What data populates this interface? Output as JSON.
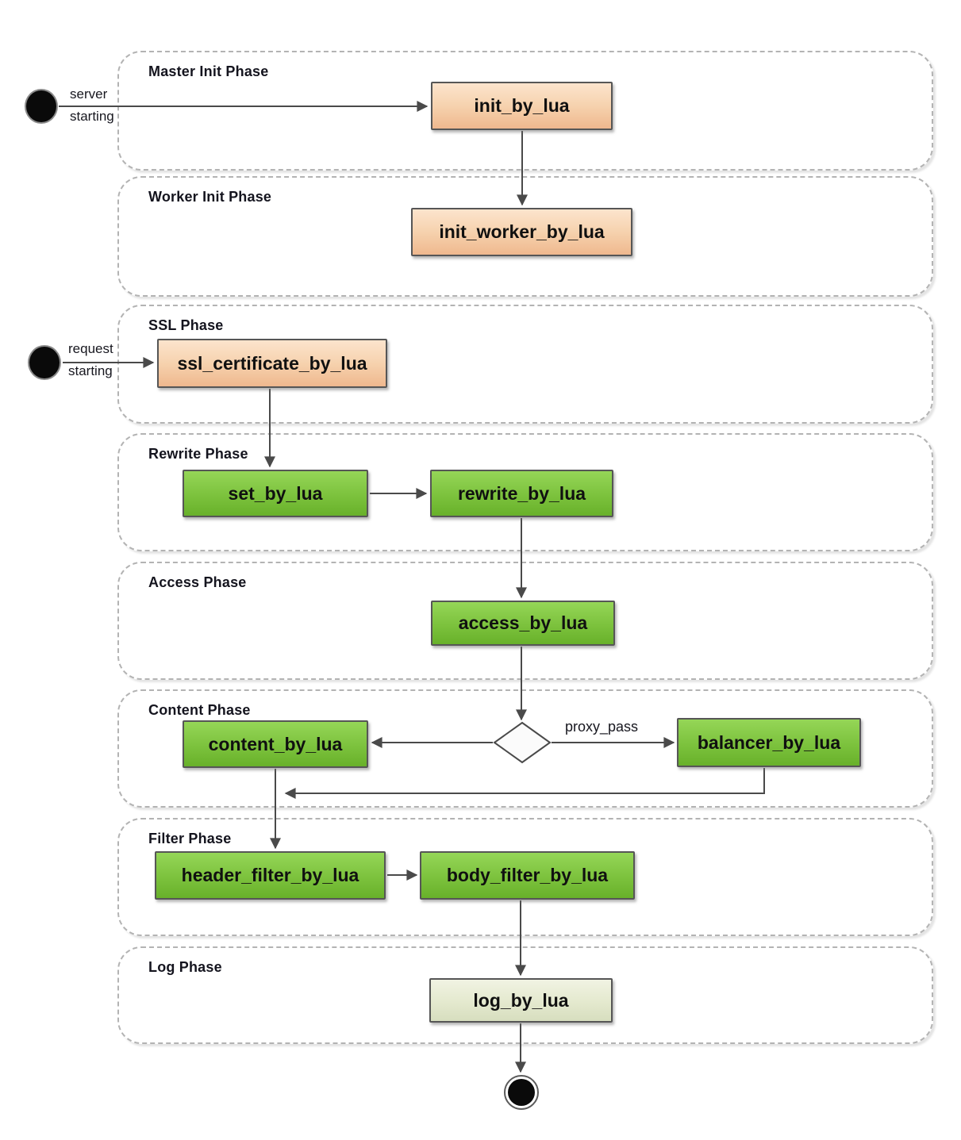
{
  "diagram": "OpenResty nginx Lua directive phases flowchart",
  "phases": [
    {
      "id": "master-init",
      "label": "Master Init Phase"
    },
    {
      "id": "worker-init",
      "label": "Worker Init Phase"
    },
    {
      "id": "ssl",
      "label": "SSL Phase"
    },
    {
      "id": "rewrite",
      "label": "Rewrite Phase"
    },
    {
      "id": "access",
      "label": "Access Phase"
    },
    {
      "id": "content",
      "label": "Content Phase"
    },
    {
      "id": "filter",
      "label": "Filter Phase"
    },
    {
      "id": "log",
      "label": "Log Phase"
    }
  ],
  "nodes": {
    "init_by_lua": {
      "label": "init_by_lua",
      "phase": "Master Init Phase",
      "style": "orange"
    },
    "init_worker_by_lua": {
      "label": "init_worker_by_lua",
      "phase": "Worker Init Phase",
      "style": "orange"
    },
    "ssl_certificate_by_lua": {
      "label": "ssl_certificate_by_lua",
      "phase": "SSL Phase",
      "style": "orange"
    },
    "set_by_lua": {
      "label": "set_by_lua",
      "phase": "Rewrite Phase",
      "style": "green"
    },
    "rewrite_by_lua": {
      "label": "rewrite_by_lua",
      "phase": "Rewrite Phase",
      "style": "green"
    },
    "access_by_lua": {
      "label": "access_by_lua",
      "phase": "Access Phase",
      "style": "green"
    },
    "content_by_lua": {
      "label": "content_by_lua",
      "phase": "Content Phase",
      "style": "green"
    },
    "balancer_by_lua": {
      "label": "balancer_by_lua",
      "phase": "Content Phase",
      "style": "green"
    },
    "header_filter_by_lua": {
      "label": "header_filter_by_lua",
      "phase": "Filter Phase",
      "style": "green"
    },
    "body_filter_by_lua": {
      "label": "body_filter_by_lua",
      "phase": "Filter Phase",
      "style": "green"
    },
    "log_by_lua": {
      "label": "log_by_lua",
      "phase": "Log Phase",
      "style": "pale-green"
    }
  },
  "edge_labels": {
    "server_starting": {
      "line1": "server",
      "line2": "starting"
    },
    "request_starting": {
      "line1": "request",
      "line2": "starting"
    },
    "proxy_pass": "proxy_pass"
  },
  "edges": [
    {
      "from": "start-server",
      "to": "init_by_lua",
      "label": "server starting"
    },
    {
      "from": "init_by_lua",
      "to": "init_worker_by_lua",
      "label": ""
    },
    {
      "from": "start-request",
      "to": "ssl_certificate_by_lua",
      "label": "request starting"
    },
    {
      "from": "ssl_certificate_by_lua",
      "to": "set_by_lua",
      "label": ""
    },
    {
      "from": "set_by_lua",
      "to": "rewrite_by_lua",
      "label": ""
    },
    {
      "from": "rewrite_by_lua",
      "to": "access_by_lua",
      "label": ""
    },
    {
      "from": "access_by_lua",
      "to": "decision",
      "label": ""
    },
    {
      "from": "decision",
      "to": "content_by_lua",
      "label": ""
    },
    {
      "from": "decision",
      "to": "balancer_by_lua",
      "label": "proxy_pass"
    },
    {
      "from": "balancer_by_lua",
      "to": "header_filter_by_lua",
      "label": ""
    },
    {
      "from": "content_by_lua",
      "to": "header_filter_by_lua",
      "label": ""
    },
    {
      "from": "header_filter_by_lua",
      "to": "body_filter_by_lua",
      "label": ""
    },
    {
      "from": "body_filter_by_lua",
      "to": "log_by_lua",
      "label": ""
    },
    {
      "from": "log_by_lua",
      "to": "end",
      "label": ""
    }
  ],
  "colors": {
    "orange_box_top": "#fce4cd",
    "orange_box_bottom": "#efb88e",
    "green_box_top": "#95d657",
    "green_box_bottom": "#68b12a",
    "pale_green_box_top": "#f1f3e3",
    "pale_green_box_bottom": "#d7debf",
    "edge_line": "#4a4a4a",
    "container_border": "#b3b3b3",
    "background": "#ffffff"
  }
}
